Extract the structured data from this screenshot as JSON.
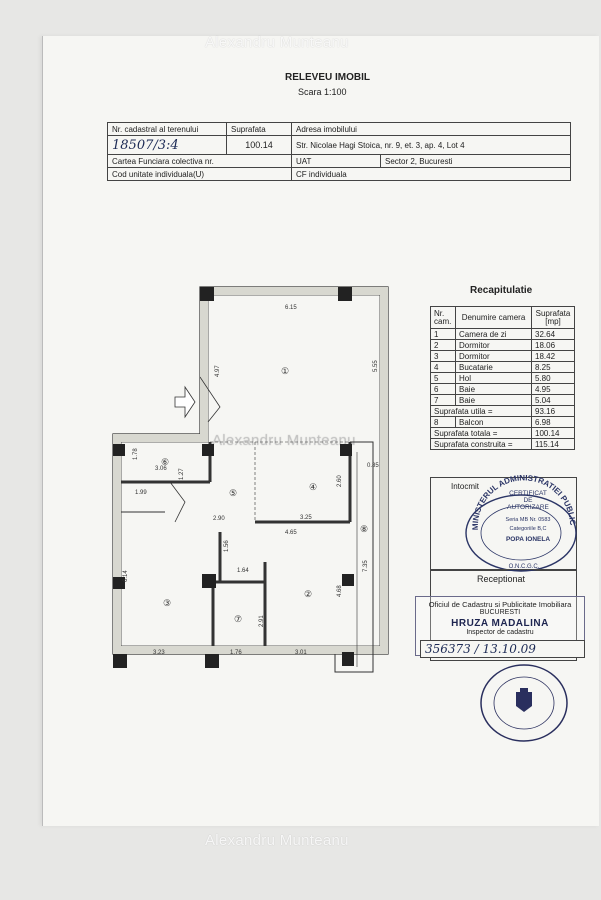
{
  "watermark": "Alexandru Munteanu",
  "doc": {
    "title": "RELEVEU IMOBIL",
    "scale": "Scara 1:100"
  },
  "header": {
    "label_cadastral": "Nr. cadastral al terenului",
    "label_surface": "Suprafata",
    "label_address": "Adresa imobilului",
    "cadastral_value": "18507/3:4",
    "surface_value": "100.14",
    "address_value": "Str. Nicolae Hagi Stoica, nr. 9, et. 3, ap. 4, Lot 4",
    "label_cf": "Cartea Funciara colectiva nr.",
    "label_uat": "UAT",
    "uat_value": "Sector 2, Bucuresti",
    "label_unit": "Cod unitate individuala(U)",
    "label_cf_ind": "CF individuala"
  },
  "recap": {
    "title": "Recapitulatie",
    "col_nr": "Nr. cam.",
    "col_name": "Denumire camera",
    "col_area": "Suprafata [mp]",
    "rooms": [
      {
        "nr": "1",
        "name": "Camera de zi",
        "area": "32.64"
      },
      {
        "nr": "2",
        "name": "Dormitor",
        "area": "18.06"
      },
      {
        "nr": "3",
        "name": "Dormitor",
        "area": "18.42"
      },
      {
        "nr": "4",
        "name": "Bucatarie",
        "area": "8.25"
      },
      {
        "nr": "5",
        "name": "Hol",
        "area": "5.80"
      },
      {
        "nr": "6",
        "name": "Baie",
        "area": "4.95"
      },
      {
        "nr": "7",
        "name": "Baie",
        "area": "5.04"
      }
    ],
    "useful_label": "Suprafata utila =",
    "useful_value": "93.16",
    "balcony": {
      "nr": "8",
      "name": "Balcon",
      "area": "6.98"
    },
    "total_label": "Suprafata totala =",
    "total_value": "100.14",
    "built_label": "Suprafata construita =",
    "built_value": "115.14"
  },
  "author": {
    "label": "Intocmit",
    "cert_line1": "CERTIFICAT",
    "cert_line2": "DE",
    "cert_line3": "AUTORIZARE",
    "cert_series": "Seria MB Nr. 0583",
    "cert_cat": "Categoriile B,C",
    "cert_name": "POPA IONELA",
    "stamp_ring": "MINISTERUL ADMINISTRATIEI PUBLICE",
    "stamp_bottom": "O.N.C.G.C."
  },
  "reception": {
    "label": "Receptionat",
    "office": "Oficiul de Cadastru si Publicitate Imobiliara",
    "city": "BUCURESTI",
    "name": "HRUZA MADALINA",
    "role": "Inspector de cadastru",
    "number": "356373 / 13.10.09"
  },
  "plan": {
    "room_labels": [
      "①",
      "②",
      "③",
      "④",
      "⑤",
      "⑥",
      "⑦",
      "⑧"
    ],
    "dims": [
      "6.15",
      "4.97",
      "5.55",
      "3.06",
      "1.78",
      "1.99",
      "1.27",
      "2.90",
      "3.25",
      "4.65",
      "2.60",
      "0.85",
      "1.56",
      "1.64",
      "6.14",
      "2.91",
      "4.68",
      "3.23",
      "1.76",
      "3.01",
      "7.35"
    ]
  }
}
